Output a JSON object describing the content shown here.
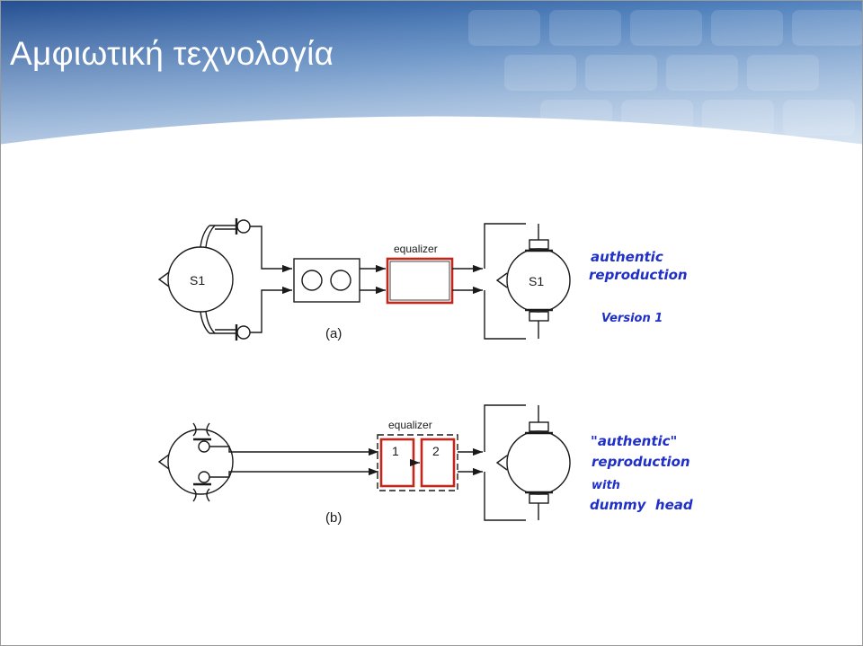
{
  "slide": {
    "title": "Αμφιωτική τεχνολογία"
  },
  "diagram": {
    "a": {
      "source_label": "S1",
      "equalizer_label": "equalizer",
      "listener_label": "S1",
      "caption": "(a)",
      "note_lines": [
        "authentic",
        "reproduction",
        "Version 1"
      ]
    },
    "b": {
      "equalizer_label": "equalizer",
      "stage_1": "1",
      "stage_2": "2",
      "caption": "(b)",
      "note_lines": [
        "\"authentic\"",
        "reproduction",
        "with",
        "dummy  head"
      ]
    }
  },
  "colors": {
    "banner_top": "#2f5fa3",
    "banner_bottom": "#cfe0f1",
    "equalizer_border": "#c0281e",
    "handwriting": "#1f2fc8",
    "line": "#1a1a1a"
  }
}
